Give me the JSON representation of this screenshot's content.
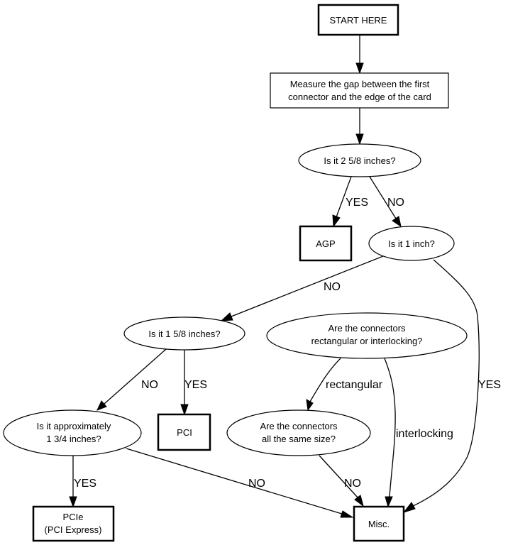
{
  "diagram": {
    "type": "flowchart",
    "nodes": {
      "start": {
        "lines": [
          "START HERE"
        ],
        "shape": "box",
        "terminal": true
      },
      "measure": {
        "lines": [
          "Measure the gap between the first",
          "connector and the edge of the card"
        ],
        "shape": "box",
        "terminal": false
      },
      "q_2_5_8": {
        "lines": [
          "Is it 2 5/8 inches?"
        ],
        "shape": "ellipse"
      },
      "agp": {
        "lines": [
          "AGP"
        ],
        "shape": "box",
        "terminal": true
      },
      "q_1_inch": {
        "lines": [
          "Is it 1 inch?"
        ],
        "shape": "ellipse"
      },
      "q_1_5_8": {
        "lines": [
          "Is it 1 5/8 inches?"
        ],
        "shape": "ellipse"
      },
      "q_shape": {
        "lines": [
          "Are the connectors",
          "rectangular or interlocking?"
        ],
        "shape": "ellipse"
      },
      "q_1_3_4": {
        "lines": [
          "Is it approximately",
          "1 3/4 inches?"
        ],
        "shape": "ellipse"
      },
      "pci": {
        "lines": [
          "PCI"
        ],
        "shape": "box",
        "terminal": true
      },
      "q_same_size": {
        "lines": [
          "Are the connectors",
          "all the same size?"
        ],
        "shape": "ellipse"
      },
      "pcie": {
        "lines": [
          "PCIe",
          "(PCI Express)"
        ],
        "shape": "box",
        "terminal": true
      },
      "misc": {
        "lines": [
          "Misc."
        ],
        "shape": "box",
        "terminal": true
      }
    },
    "edges": [
      {
        "from": "start",
        "to": "measure",
        "label": ""
      },
      {
        "from": "measure",
        "to": "q_2_5_8",
        "label": ""
      },
      {
        "from": "q_2_5_8",
        "to": "agp",
        "label": "YES"
      },
      {
        "from": "q_2_5_8",
        "to": "q_1_inch",
        "label": "NO"
      },
      {
        "from": "q_1_inch",
        "to": "q_1_5_8",
        "label": "NO"
      },
      {
        "from": "q_1_inch",
        "to": "misc",
        "label": "YES"
      },
      {
        "from": "q_1_5_8",
        "to": "q_1_3_4",
        "label": "NO"
      },
      {
        "from": "q_1_5_8",
        "to": "pci",
        "label": "YES"
      },
      {
        "from": "q_shape",
        "to": "q_same_size",
        "label": "rectangular"
      },
      {
        "from": "q_shape",
        "to": "misc",
        "label": "interlocking"
      },
      {
        "from": "q_1_3_4",
        "to": "pcie",
        "label": "YES"
      },
      {
        "from": "q_1_3_4",
        "to": "misc",
        "label": "NO"
      },
      {
        "from": "q_same_size",
        "to": "misc",
        "label": "NO"
      }
    ]
  }
}
